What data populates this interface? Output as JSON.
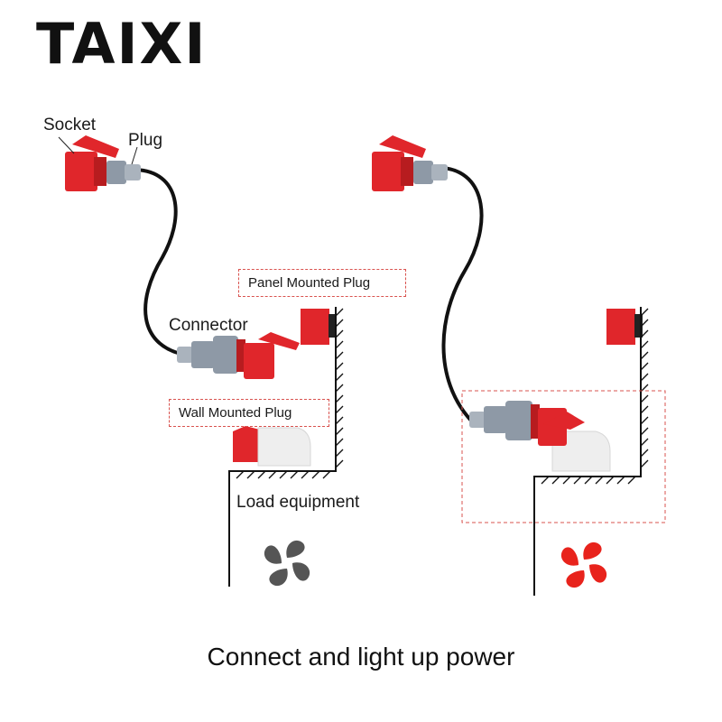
{
  "brand": {
    "logo_text": "TAIXI"
  },
  "labels": {
    "socket": "Socket",
    "plug": "Plug",
    "connector": "Connector",
    "panel_mounted_plug": "Panel Mounted Plug",
    "wall_mounted_plug": "Wall Mounted Plug",
    "load_equipment": "Load equipment"
  },
  "caption": "Connect and light up power",
  "colors": {
    "plug_red": "#e0262b",
    "plug_red_dark": "#b71c1f",
    "plug_grey": "#8e99a6",
    "cable": "#111111",
    "fan_off": "#555555",
    "fan_on": "#e8231c",
    "dashed_box": "#d9534f"
  },
  "icons": {
    "fan_off": "fan-icon",
    "fan_on": "fan-icon"
  }
}
